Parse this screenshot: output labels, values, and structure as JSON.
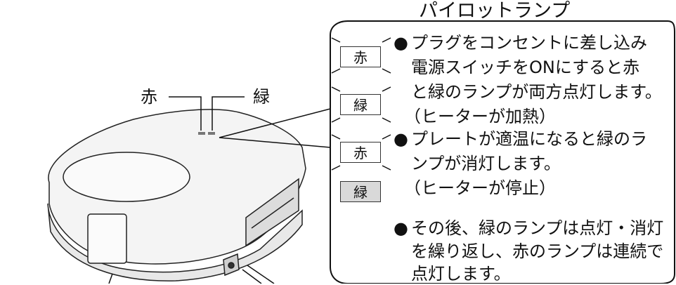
{
  "labels": {
    "red": "赤",
    "green": "緑"
  },
  "panel": {
    "title": "パイロットランプ",
    "indicators": [
      "赤",
      "緑",
      "赤",
      "緑"
    ],
    "bullet": "●",
    "lines": [
      "プラグをコンセントに差し込み",
      "電源スイッチをONにすると赤",
      "と緑のランプが両方点灯します。",
      "（ヒーターが加熱）",
      "プレートが適温になると緑のラ",
      "ンプが消灯します。",
      "（ヒーターが停止）",
      "その後、緑のランプは点灯・消灯",
      "を繰り返し、赤のランプは連続で",
      "点灯します。"
    ]
  },
  "colors": {
    "line": "#111111",
    "appliance": "#f4f4f4",
    "unlit_lamp": "#d9d9d9"
  }
}
